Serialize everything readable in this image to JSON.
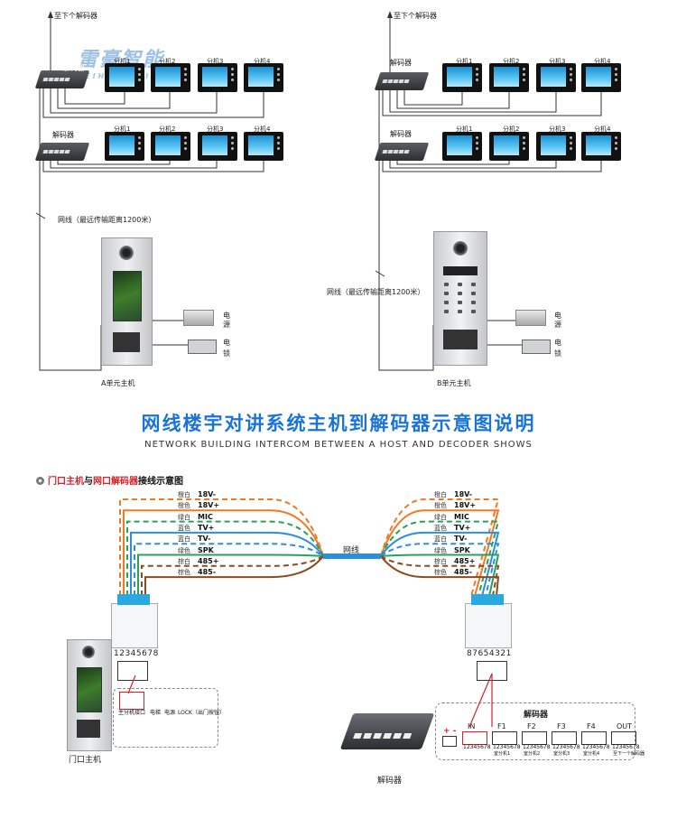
{
  "watermark": {
    "cn": "雷豪智能",
    "en": "LEIHAO ZHINENG"
  },
  "top": {
    "next_decoder": "至下个解码器",
    "decoder_label": "解码器",
    "extensions": [
      "分机1",
      "分机2",
      "分机3",
      "分机4"
    ],
    "network_cable_note": "网线（最远传输距离1200米）",
    "power_label_a": "电",
    "power_label_b": "源",
    "lock_label_a": "电",
    "lock_label_b": "锁",
    "unit_a": "A单元主机",
    "unit_b": "B单元主机"
  },
  "title": {
    "cn": "网线楼宇对讲系统主机到解码器示意图说明",
    "en": "NETWORK BUILDING INTERCOM BETWEEN A HOST AND DECODER SHOWS"
  },
  "wiring": {
    "heading_prefix": "门口主机",
    "heading_mid": "与",
    "heading_red2": "网口解码器",
    "heading_suffix": "接线示意图",
    "cable_label": "网线",
    "wires": [
      {
        "color_name": "橙白",
        "signal": "18V-",
        "color": "#f07a22",
        "style": "dash"
      },
      {
        "color_name": "橙色",
        "signal": "18V+",
        "color": "#f07a22",
        "style": "solid"
      },
      {
        "color_name": "绿白",
        "signal": "MIC",
        "color": "#2aa05a",
        "style": "dash"
      },
      {
        "color_name": "蓝色",
        "signal": "TV+",
        "color": "#2b8ee0",
        "style": "solid"
      },
      {
        "color_name": "蓝白",
        "signal": "TV-",
        "color": "#2b8ee0",
        "style": "dash"
      },
      {
        "color_name": "绿色",
        "signal": "SPK",
        "color": "#2aa05a",
        "style": "solid"
      },
      {
        "color_name": "棕白",
        "signal": "485+",
        "color": "#8b4a1f",
        "style": "dash"
      },
      {
        "color_name": "棕色",
        "signal": "485-",
        "color": "#8b4a1f",
        "style": "solid"
      }
    ],
    "left_pins": "12345678",
    "right_pins": "87654321",
    "host_label": "门口主机",
    "host_ports": [
      "主分机接口",
      "电梯",
      "电源",
      "LOCK（出门按钮）"
    ],
    "decoder_label": "解码器",
    "decoder_box_title": "解码器",
    "decoder_ports": [
      "IN",
      "F1",
      "F2",
      "F3",
      "F4",
      "OUT"
    ],
    "decoder_port_pins": "12345678",
    "decoder_sub": [
      "室分机1",
      "室分机2",
      "室分机3",
      "室分机4",
      "至下一个解码器"
    ],
    "decoder_power_mark": "+ -",
    "accent_red": "#d6202a",
    "accent_blue": "#1a73d9"
  }
}
